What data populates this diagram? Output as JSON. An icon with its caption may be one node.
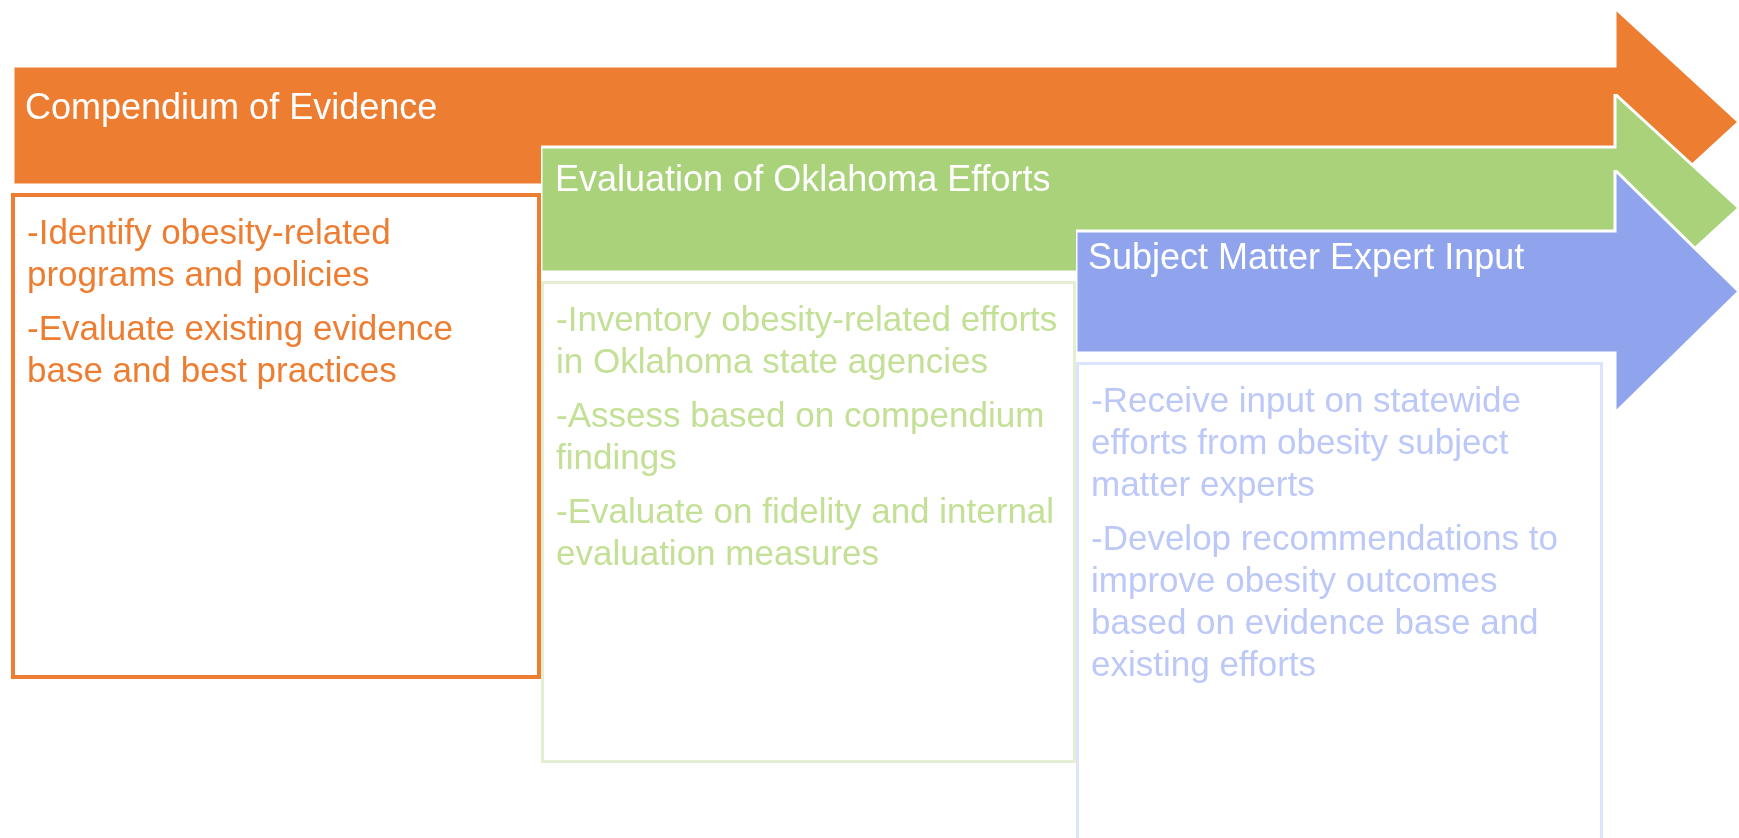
{
  "diagram": {
    "nodes": [
      {
        "text": [
          "Compendium of Evidence"
        ]
      },
      {
        "text": [
          "-Identify obesity-related programs and policies",
          "-Evaluate existing evidence base and best practices"
        ]
      },
      {
        "text": [
          "Evaluation of Oklahoma Efforts"
        ]
      },
      {
        "text": [
          "-Inventory obesity-related efforts in Oklahoma state agencies",
          "-Assess based on compendium findings",
          "-Evaluate on fidelity and internal evaluation measures"
        ]
      },
      {
        "text": [
          "Subject Matter Expert Input"
        ]
      },
      {
        "text": [
          "-Receive input on statewide efforts from obesity subject matter experts",
          "-Develop recommendations to improve obesity outcomes based on evidence base and existing efforts"
        ]
      }
    ]
  }
}
